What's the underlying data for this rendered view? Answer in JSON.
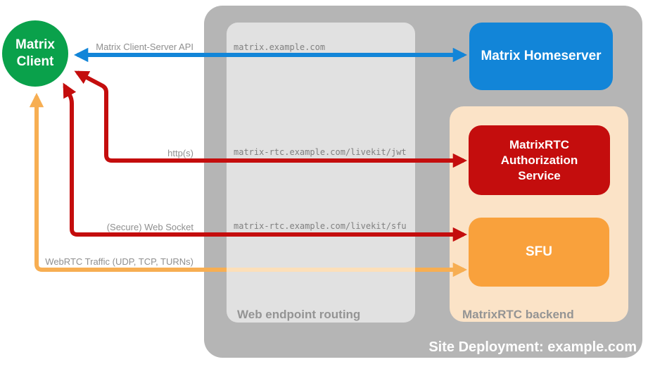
{
  "client": {
    "lines": [
      "Matrix",
      "Client"
    ]
  },
  "nodes": {
    "homeserver": {
      "label": "Matrix Homeserver",
      "color": "#1285d8"
    },
    "auth_service": {
      "label": "MatrixRTC Authorization Service",
      "color": "#c40d0d"
    },
    "sfu": {
      "label": "SFU",
      "color": "#f9a13c"
    }
  },
  "routing": {
    "title": "Web endpoint routing",
    "endpoints": [
      "matrix.example.com",
      "matrix-rtc.example.com/livekit/jwt",
      "matrix-rtc.example.com/livekit/sfu"
    ]
  },
  "backend": {
    "title": "MatrixRTC backend",
    "color": "#fbe3c7"
  },
  "deployment": {
    "title": "Site Deployment: example.com",
    "color": "#b5b5b5"
  },
  "connections": [
    {
      "label": "Matrix Client-Server API",
      "color": "#1285d8",
      "type": "bidirectional",
      "from": "Matrix Client",
      "to": "Matrix Homeserver"
    },
    {
      "label": "http(s)",
      "color": "#c40d0d",
      "type": "bidirectional",
      "from": "Matrix Client",
      "to": "MatrixRTC Authorization Service"
    },
    {
      "label": "(Secure) Web Socket",
      "color": "#c40d0d",
      "type": "bidirectional",
      "from": "Matrix Client",
      "to": "SFU"
    },
    {
      "label": "WebRTC Traffic (UDP, TCP, TURNs)",
      "color": "#f7ae52",
      "type": "bidirectional",
      "from": "Matrix Client",
      "to": "SFU"
    }
  ],
  "client_color": "#0aa14b"
}
